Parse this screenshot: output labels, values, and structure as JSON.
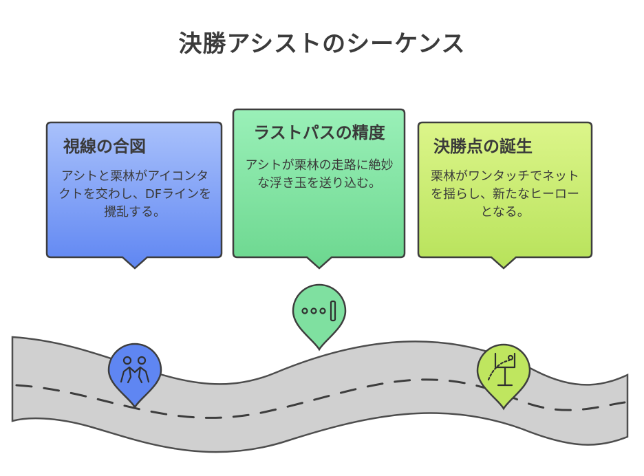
{
  "title": "決勝アシストのシーケンス",
  "steps": [
    {
      "title": "視線の合図",
      "body": "アシトと栗林がアイコンタクトを交わし、DFラインを攪乱する。",
      "icon": "two-players-icon",
      "color": "#6f93f3"
    },
    {
      "title": "ラストパスの精度",
      "body": "アシトが栗林の走路に絶妙な浮き玉を送り込む。",
      "icon": "ball-trajectory-icon",
      "color": "#7fe0a0"
    },
    {
      "title": "決勝点の誕生",
      "body": "栗林がワンタッチでネットを揺らし、新たなヒーローとなる。",
      "icon": "goal-post-icon",
      "color": "#c4e86a"
    }
  ]
}
